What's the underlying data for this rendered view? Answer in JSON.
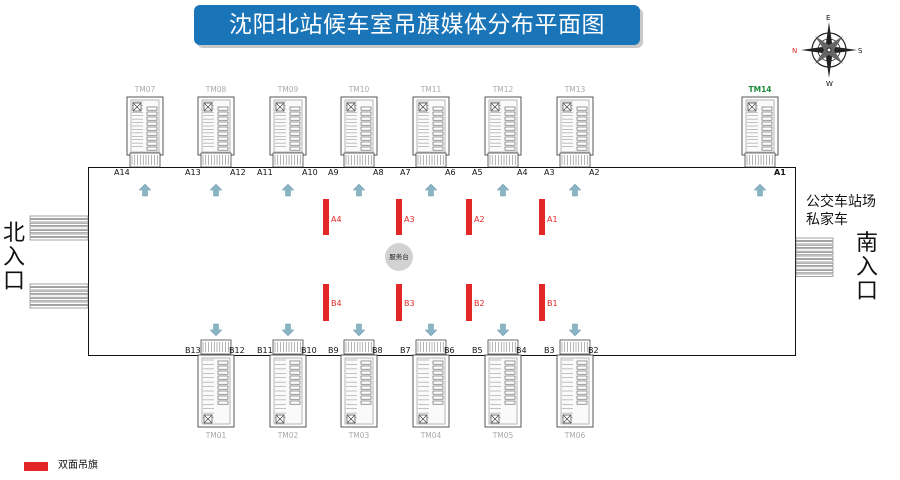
{
  "title": "沈阳北站候车室吊旗媒体分布平面图",
  "compass": {
    "letters": [
      "E",
      "S",
      "W",
      "N"
    ]
  },
  "north_entrance": "北入口",
  "south_entrance": "南入口",
  "bus_station": "公交车站场",
  "private_car": "私家车",
  "service_desk": "服务台",
  "legend": {
    "label": "双面吊旗",
    "color": "#e32626"
  },
  "top_media": [
    {
      "tm": "TM07",
      "left_gate": "A14",
      "right_gate": ""
    },
    {
      "tm": "TM08",
      "left_gate": "A13",
      "right_gate": "A12"
    },
    {
      "tm": "TM09",
      "left_gate": "A11",
      "right_gate": "A10"
    },
    {
      "tm": "TM10",
      "left_gate": "A9",
      "right_gate": "A8"
    },
    {
      "tm": "TM11",
      "left_gate": "A7",
      "right_gate": "A6"
    },
    {
      "tm": "TM12",
      "left_gate": "A5",
      "right_gate": "A4"
    },
    {
      "tm": "TM13",
      "left_gate": "A3",
      "right_gate": "A2"
    },
    {
      "tm": "TM14",
      "left_gate": "",
      "right_gate": "A1",
      "highlight": true
    }
  ],
  "bottom_media": [
    {
      "tm": "TM01",
      "left_gate": "B13",
      "right_gate": "B12"
    },
    {
      "tm": "TM02",
      "left_gate": "B11",
      "right_gate": "B10"
    },
    {
      "tm": "TM03",
      "left_gate": "B9",
      "right_gate": "B8"
    },
    {
      "tm": "TM04",
      "left_gate": "B7",
      "right_gate": "B6"
    },
    {
      "tm": "TM05",
      "left_gate": "B5",
      "right_gate": "B4"
    },
    {
      "tm": "TM06",
      "left_gate": "B3",
      "right_gate": "B2"
    }
  ],
  "flags_top": [
    "A4",
    "A3",
    "A2",
    "A1"
  ],
  "flags_bottom": [
    "B4",
    "B3",
    "B2",
    "B1"
  ]
}
